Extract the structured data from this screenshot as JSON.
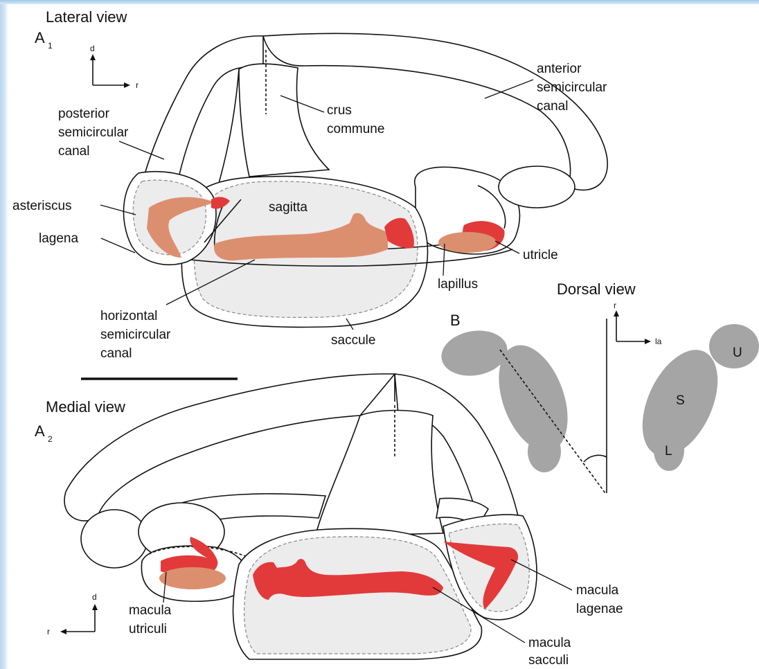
{
  "views": {
    "lateral_title": "Lateral view",
    "medial_title": "Medial view",
    "dorsal_title": "Dorsal view",
    "panel_a1": "A",
    "panel_a1_sub": "1",
    "panel_a2": "A",
    "panel_a2_sub": "2",
    "panel_b": "B"
  },
  "axes": {
    "lateral": {
      "up": "d",
      "right": "r"
    },
    "medial": {
      "up": "d",
      "left": "r"
    },
    "dorsal": {
      "up": "r",
      "right": "la"
    }
  },
  "lateral_labels": {
    "anterior_1": "anterior",
    "anterior_2": "semicircular",
    "anterior_3": "canal",
    "crus_1": "crus",
    "crus_2": "commune",
    "posterior_1": "posterior",
    "posterior_2": "semicircular",
    "posterior_3": "canal",
    "asteriscus": "asteriscus",
    "lagena": "lagena",
    "sagitta": "sagitta",
    "utricle": "utricle",
    "lapillus": "lapillus",
    "horizontal_1": "horizontal",
    "horizontal_2": "semicircular",
    "horizontal_3": "canal",
    "saccule": "saccule"
  },
  "dorsal_labels": {
    "U": "U",
    "S": "S",
    "L": "L"
  },
  "medial_labels": {
    "macula_utriculi_1": "macula",
    "macula_utriculi_2": "utriculi",
    "macula_lagenae_1": "macula",
    "macula_lagenae_2": "lagenae",
    "macula_sacculi_1": "macula",
    "macula_sacculi_2": "sacculi"
  },
  "colors": {
    "otolith": "#dc8f6f",
    "macula": "#e23a3a",
    "membrane": "#ececec",
    "dorsal_shape": "#a5a5a5"
  }
}
